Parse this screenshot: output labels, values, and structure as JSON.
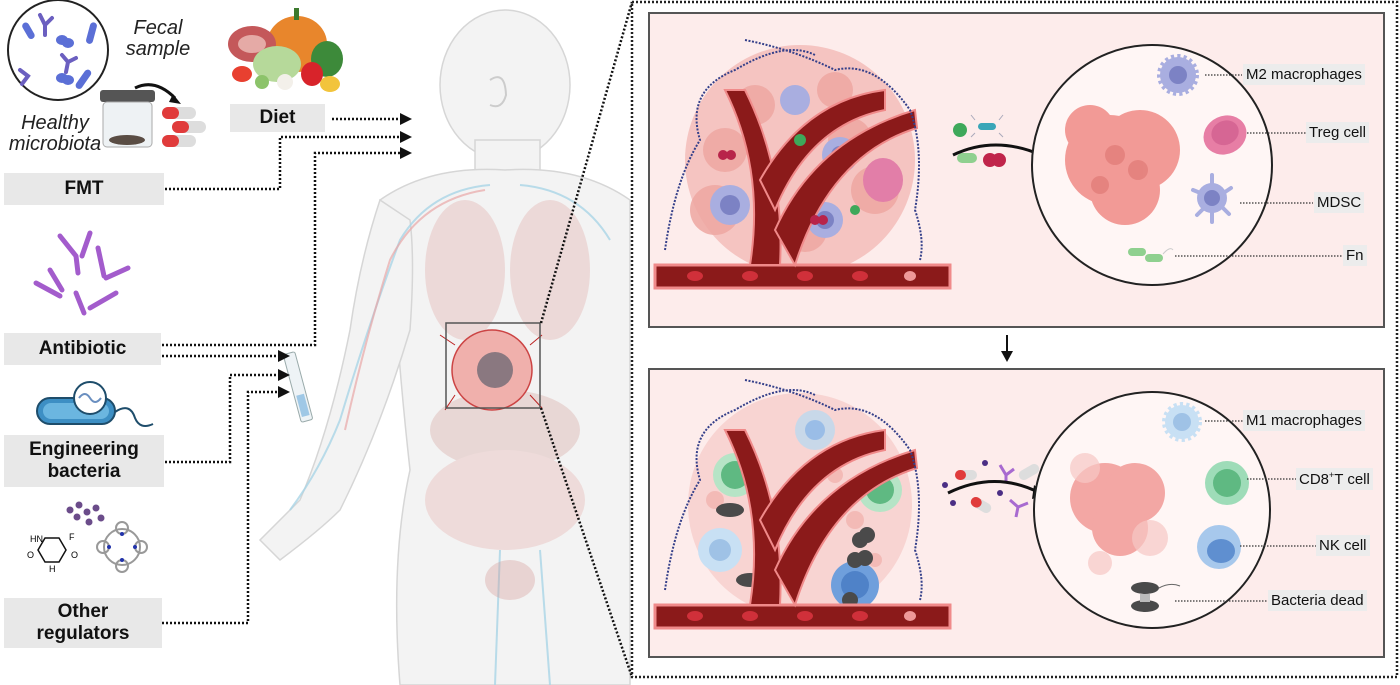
{
  "left_column": {
    "fmt_note": {
      "line1": "Fecal",
      "line2": "sample"
    },
    "microbiota_note": {
      "line1": "Healthy",
      "line2": "microbiota"
    },
    "labels": {
      "diet": "Diet",
      "fmt": "FMT",
      "antibiotic": "Antibiotic",
      "engineering_bacteria": {
        "line1": "Engineering",
        "line2": "bacteria"
      },
      "other_regulators": {
        "line1": "Other",
        "line2": "regulators"
      }
    },
    "chemical_atoms": {
      "hn": "HN",
      "f": "F",
      "o1": "O",
      "o2": "O",
      "h": "H"
    }
  },
  "top_panel": {
    "zoom_labels": [
      {
        "text": "M2 macrophages"
      },
      {
        "text": "Treg cell"
      },
      {
        "text": "MDSC"
      },
      {
        "text": "Fn"
      }
    ]
  },
  "bottom_panel": {
    "zoom_labels": [
      {
        "text": "M1 macrophages"
      },
      {
        "text": "CD8",
        "sup": "+",
        "tail": "T cell"
      },
      {
        "text": "NK cell"
      },
      {
        "text": "Bacteria dead"
      }
    ]
  },
  "colors": {
    "panel_bg": "#fdeceb",
    "label_bg": "#e8e8e8",
    "vessel": "#8b1a1a",
    "tumor": "#f2a3a0",
    "m2_macrophage": "#a9aee0",
    "treg": "#e07aa0",
    "fn_bacteria": "#8fd08f",
    "cd8_t": "#7ccca0",
    "nk": "#8fb6e6",
    "antibody": "#a86ad0"
  }
}
